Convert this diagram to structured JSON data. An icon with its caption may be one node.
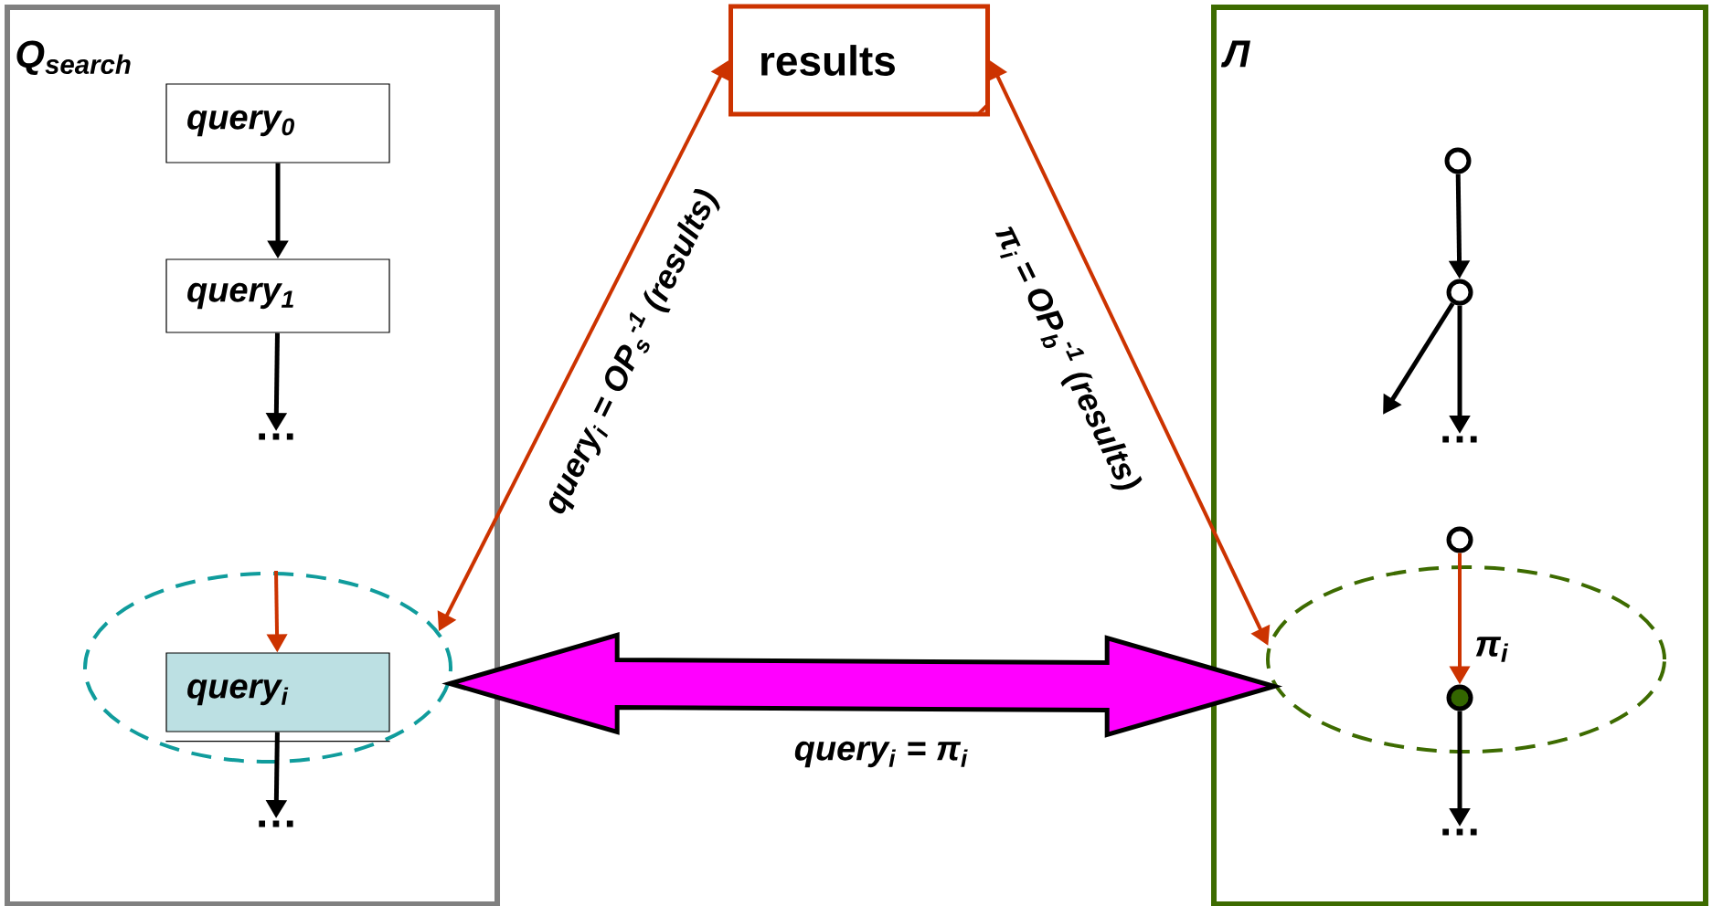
{
  "diagram": {
    "nodes": [
      {
        "text": [
          "Q$_{search}$"
        ]
      },
      {
        "text": [
          "query$_{0}$"
        ],
        "in": 0
      },
      {
        "text": [
          "query$_{1}$"
        ],
        "in": 0
      },
      {
        "text": [
          "…"
        ],
        "in": 0
      },
      {
        "text": [],
        "shape": "ellipse",
        "in": 0
      },
      {
        "text": [
          "query$_{i}$"
        ],
        "in": 4
      },
      {
        "text": [
          "…"
        ],
        "in": 0
      },
      {
        "text": [
          "results"
        ]
      },
      {
        "text": [
          "Л"
        ]
      },
      {
        "text": [],
        "shape": "circle",
        "in": 8
      },
      {
        "text": [],
        "shape": "circle",
        "in": 8
      },
      {
        "text": [
          "…"
        ],
        "in": 8
      },
      {
        "text": [],
        "shape": "circle",
        "in": 8
      },
      {
        "text": [],
        "shape": "ellipse",
        "in": 8
      },
      {
        "text": [],
        "shape": "circle",
        "in": 13
      },
      {
        "text": [
          "…"
        ],
        "in": 8
      }
    ],
    "edges": [
      {
        "from": 1,
        "to": 2,
        "arrow": "to"
      },
      {
        "from": 2,
        "to": 3,
        "arrow": "to"
      },
      {
        "from": null,
        "to": 5,
        "arrow": "to",
        "color": "#cc3300"
      },
      {
        "from": 5,
        "to": 6,
        "arrow": "to"
      },
      {
        "from": 4,
        "to": 7,
        "arrow": "both",
        "color": "#cc3300",
        "label": "*query*$_{i}$ = OP$_{s}$$^{-1}$ (results)"
      },
      {
        "from": 7,
        "to": 13,
        "arrow": "both",
        "color": "#cc3300",
        "label": "π$_{i}$ =  OP$_{b}$$^{-1}$ (results)"
      },
      {
        "from": 4,
        "to": 13,
        "arrow": "both",
        "style": "thick",
        "color": "#ff00ff",
        "label": "query$_{i}$ = π$_{i}$"
      },
      {
        "from": 9,
        "to": 10,
        "arrow": "to"
      },
      {
        "from": 10,
        "to": 11,
        "arrow": "to"
      },
      {
        "from": 10,
        "to": null,
        "arrow": "to"
      },
      {
        "from": 12,
        "to": 14,
        "arrow": "to",
        "color": "#cc3300",
        "label": "π$_{i}$"
      },
      {
        "from": 14,
        "to": 15,
        "arrow": "to"
      }
    ]
  }
}
